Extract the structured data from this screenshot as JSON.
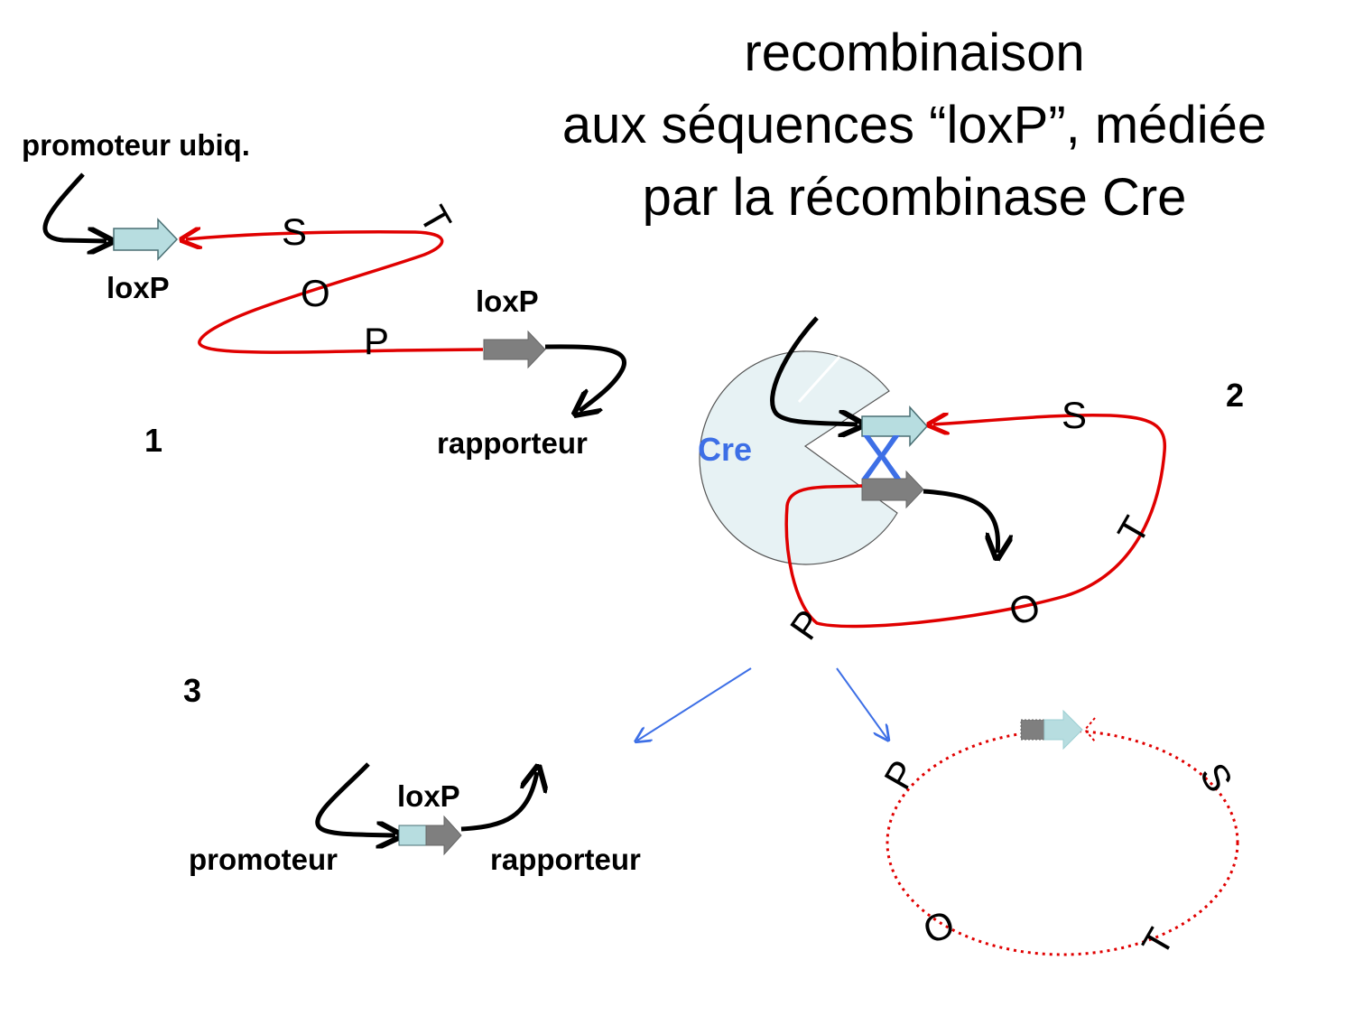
{
  "title": {
    "line1": "recombinaison",
    "line2": "aux séquences “loxP”, médiée",
    "line3": "par la récombinase Cre"
  },
  "step1": {
    "number": "1",
    "promoter_label": "promoteur ubiq.",
    "loxp_left_label": "loxP",
    "loxp_right_label": "loxP",
    "reporter_label": "rapporteur",
    "stop_letters": [
      "S",
      "T",
      "O",
      "P"
    ]
  },
  "step2": {
    "number": "2",
    "enzyme_label": "Cre",
    "cut_mark": "X",
    "stop_letters": [
      "S",
      "T",
      "O",
      "P"
    ]
  },
  "step3": {
    "number": "3",
    "promoter_label": "promoteur",
    "loxp_label": "loxP",
    "reporter_label": "rapporteur",
    "circle_letters": [
      "P",
      "S",
      "T",
      "O"
    ]
  },
  "colors": {
    "dna_strand": "#e00000",
    "loxp_light": "#b7dde0",
    "loxp_dark": "#7f7f7f",
    "cre_fill": "#e7f2f4",
    "cre_text": "#3d6fe6",
    "blue_arrow": "#3d6fe6"
  }
}
